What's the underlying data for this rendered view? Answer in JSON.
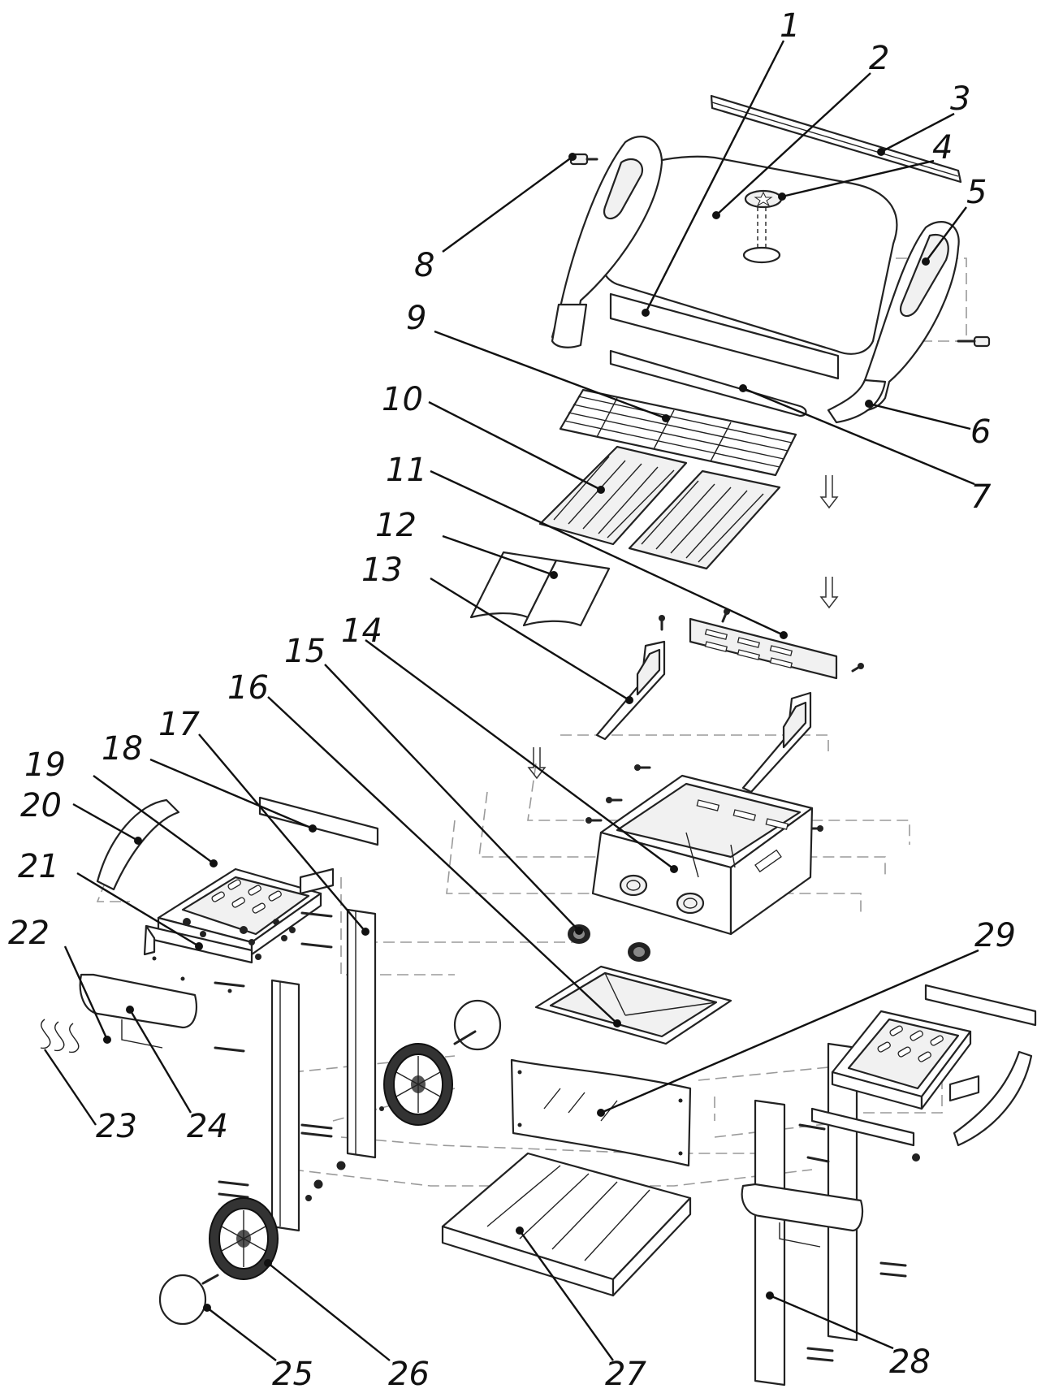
{
  "callouts": [
    "1",
    "2",
    "3",
    "4",
    "5",
    "6",
    "7",
    "8",
    "9",
    "10",
    "11",
    "12",
    "13",
    "14",
    "15",
    "16",
    "17",
    "18",
    "19",
    "20",
    "21",
    "22",
    "23",
    "24",
    "25",
    "26",
    "27",
    "28",
    "29"
  ]
}
